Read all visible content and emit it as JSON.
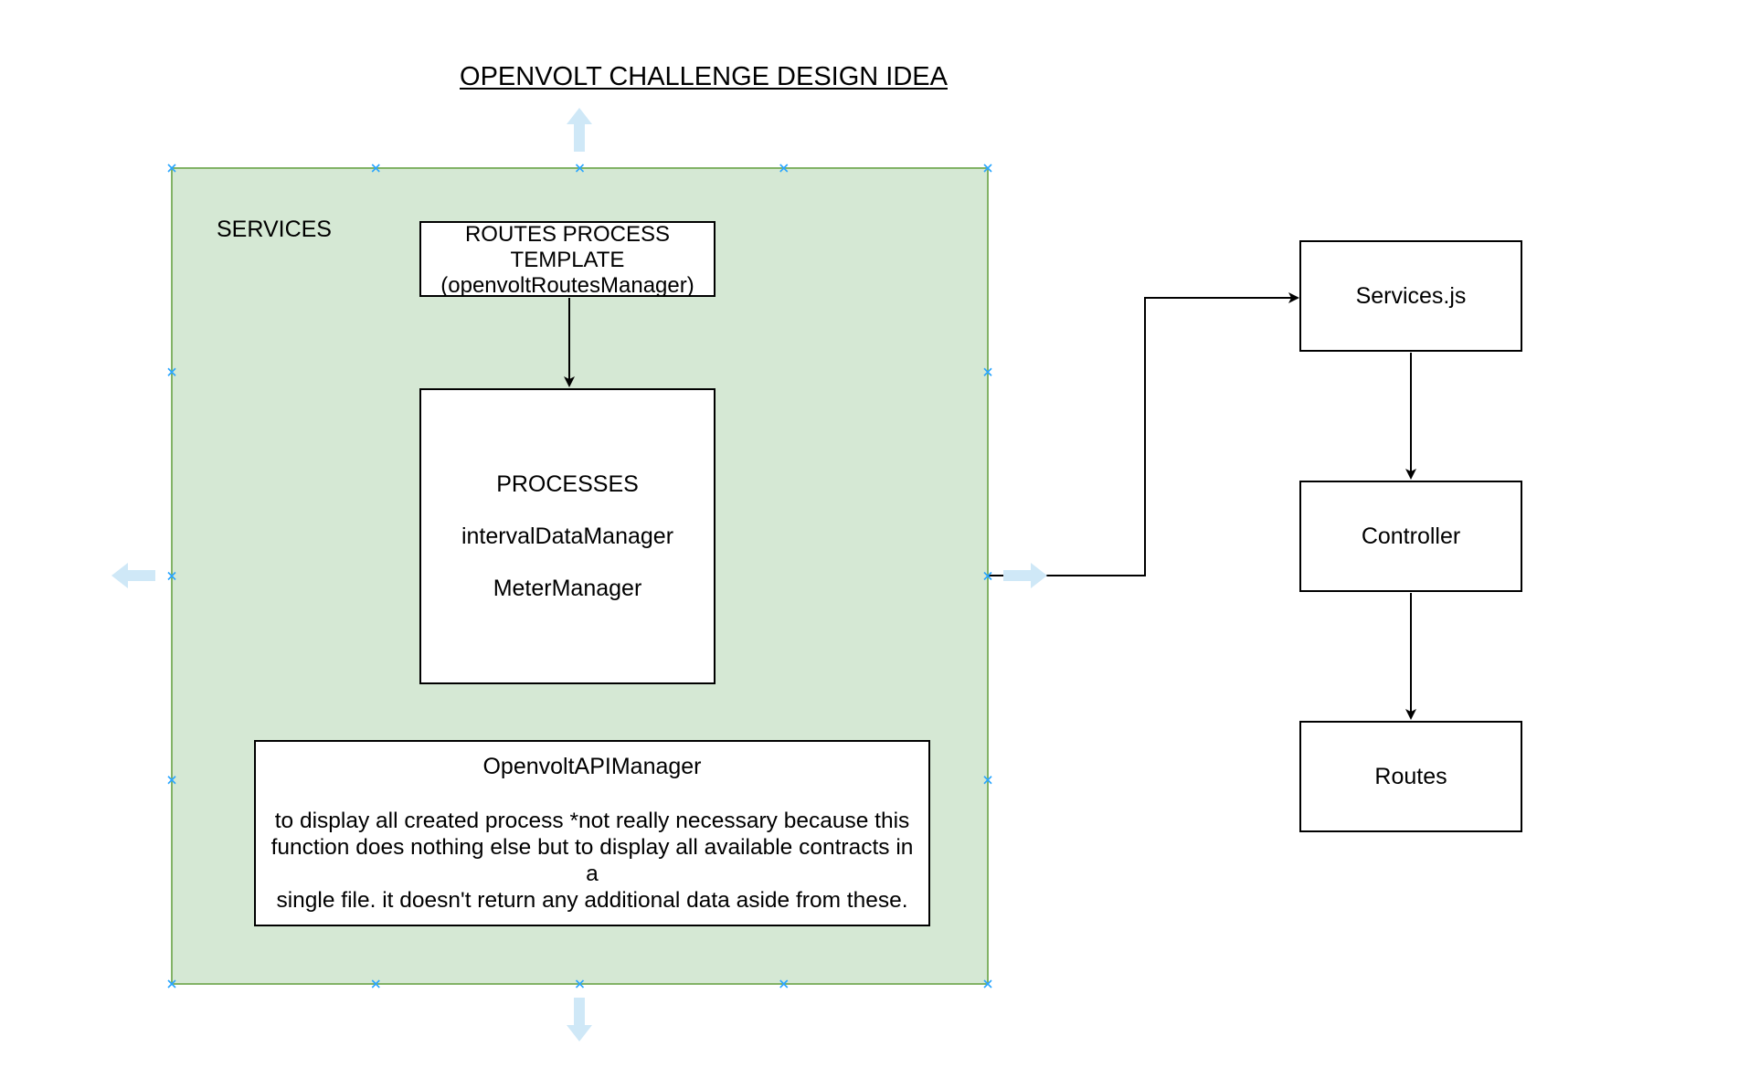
{
  "title": "OPENVOLT CHALLENGE DESIGN IDEA",
  "container": {
    "label": "SERVICES",
    "fill": "#d5e8d4",
    "stroke": "#82b366"
  },
  "nodes": {
    "routes_template": {
      "line1": "ROUTES PROCESS",
      "line2": "TEMPLATE",
      "line3": "(openvoltRoutesManager)"
    },
    "processes": {
      "heading": "PROCESSES",
      "items": [
        "intervalDataManager",
        "MeterManager"
      ]
    },
    "api_manager": {
      "heading": "OpenvoltAPIManager",
      "description_lines": [
        "to display all created process *not really necessary because this",
        "function does nothing else but to display all available contracts in a",
        "single file. it doesn't return any additional data aside from these."
      ]
    },
    "services_js": "Services.js",
    "controller": "Controller",
    "routes": "Routes"
  },
  "edges": [
    {
      "from": "routes_template",
      "to": "processes"
    },
    {
      "from": "container",
      "to": "services_js"
    },
    {
      "from": "services_js",
      "to": "controller"
    },
    {
      "from": "controller",
      "to": "routes"
    }
  ],
  "colors": {
    "selection_handle": "#29a5ff",
    "hover_arrow": "#cfe8f7",
    "stroke": "#000000"
  },
  "icons": [
    "selection-handle-icon",
    "hover-connect-arrow-icon"
  ]
}
